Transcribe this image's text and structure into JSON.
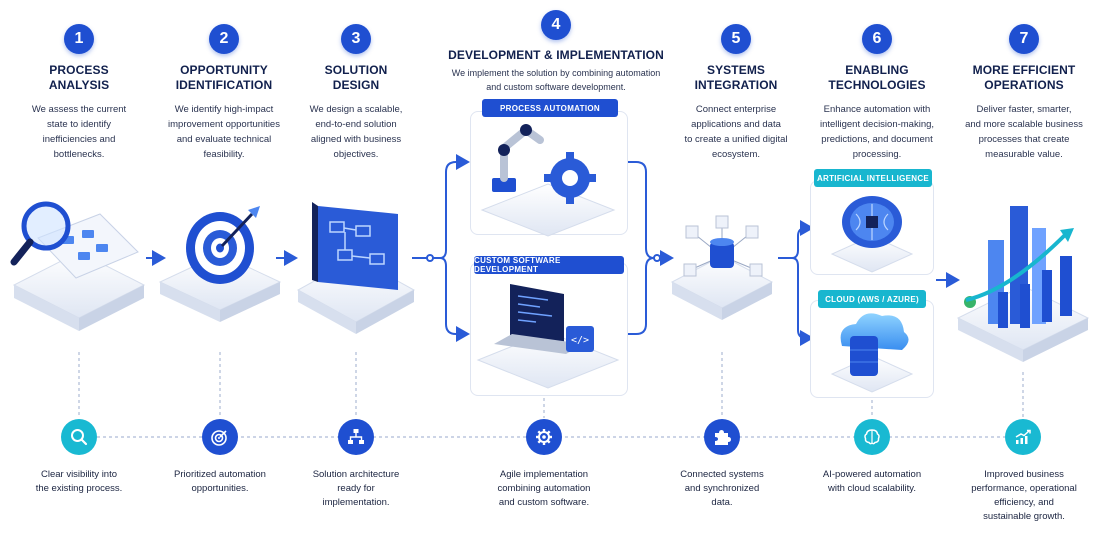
{
  "steps": [
    {
      "number": "1",
      "title_line1": "PROCESS",
      "title_line2": "ANALYSIS",
      "desc": [
        "We assess the current",
        "state to identify",
        "inefficiencies and",
        "bottlenecks."
      ]
    },
    {
      "number": "2",
      "title_line1": "OPPORTUNITY",
      "title_line2": "IDENTIFICATION",
      "desc": [
        "We identify high-impact",
        "improvement opportunities",
        "and evaluate technical",
        "feasibility."
      ]
    },
    {
      "number": "3",
      "title_line1": "SOLUTION",
      "title_line2": "DESIGN",
      "desc": [
        "We design a scalable,",
        "end-to-end solution",
        "aligned with business",
        "objectives."
      ]
    },
    {
      "number": "4",
      "title_line1": "DEVELOPMENT & IMPLEMENTATION",
      "title_line2": "",
      "desc": [
        "We implement the solution by combining automation",
        "and custom software development."
      ]
    },
    {
      "number": "5",
      "title_line1": "SYSTEMS",
      "title_line2": "INTEGRATION",
      "desc": [
        "Connect enterprise",
        "applications and data",
        "to create a unified digital",
        "ecosystem."
      ]
    },
    {
      "number": "6",
      "title_line1": "ENABLING",
      "title_line2": "TECHNOLOGIES",
      "desc": [
        "Enhance automation with",
        "intelligent decision-making,",
        "predictions, and document",
        "processing."
      ]
    },
    {
      "number": "7",
      "title_line1": "MORE EFFICIENT",
      "title_line2": "OPERATIONS",
      "desc": [
        "Deliver faster, smarter,",
        "and more scalable business",
        "processes that create",
        "measurable value."
      ]
    }
  ],
  "labels": {
    "process_automation": "PROCESS AUTOMATION",
    "custom_software": "CUSTOM SOFTWARE DEVELOPMENT",
    "artificial_intelligence": "ARTIFICIAL INTELLIGENCE",
    "cloud": "CLOUD (AWS / AZURE)"
  },
  "outcomes": [
    {
      "icon": "search-icon",
      "lines": [
        "Clear visibility into",
        "the existing process."
      ]
    },
    {
      "icon": "target-icon",
      "lines": [
        "Prioritized automation",
        "opportunities."
      ]
    },
    {
      "icon": "hierarchy-icon",
      "lines": [
        "Solution architecture",
        "ready for",
        "implementation."
      ]
    },
    {
      "icon": "gear-icon",
      "lines": [
        "Agile implementation",
        "combining automation",
        "and custom software."
      ]
    },
    {
      "icon": "puzzle-icon",
      "lines": [
        "Connected systems",
        "and synchronized",
        "data."
      ]
    },
    {
      "icon": "brain-icon",
      "lines": [
        "AI-powered automation",
        "with cloud scalability."
      ]
    },
    {
      "icon": "growth-chart-icon",
      "lines": [
        "Improved business",
        "performance, operational",
        "efficiency, and",
        "sustainable growth."
      ]
    }
  ],
  "colors": {
    "primary": "#1f4fd1",
    "teal": "#19b9d2",
    "connector": "#2a5bd7",
    "dashed": "#aebbd6"
  }
}
